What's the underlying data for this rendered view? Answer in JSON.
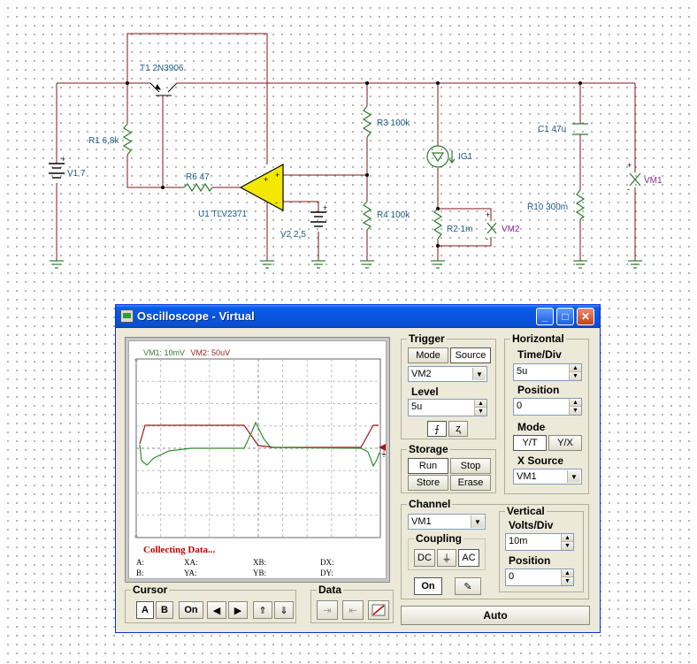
{
  "schematic": {
    "components": {
      "t1": "T1 2N3906",
      "r1": "R1 6,8k",
      "v1": "V1 7",
      "r6": "R6 47",
      "u1": "U1 TLV2371",
      "v2": "V2 2,5",
      "r3": "R3 100k",
      "r4": "R4 100k",
      "ig1": "IG1",
      "r2": "R2 1m",
      "vm2": "VM2",
      "c1": "C1 47u",
      "r10": "R10 300m",
      "vm1": "VM1"
    }
  },
  "window": {
    "title": "Oscilloscope - Virtual",
    "buttons": {
      "minimize": "_",
      "maximize": "□",
      "close": "✕"
    }
  },
  "display": {
    "legend_vm1": "VM1: 10mV",
    "legend_vm2": "VM2: 50uV",
    "status": "Collecting Data...",
    "measurements": {
      "a": "A:",
      "b": "B:",
      "xa": "XA:",
      "ya": "YA:",
      "xb": "XB:",
      "yb": "YB:",
      "dx": "DX:",
      "dy": "DY:"
    },
    "trace_colors": {
      "vm1": "#2e8b2e",
      "vm2": "#a01818"
    }
  },
  "cursor": {
    "title": "Cursor",
    "a": "A",
    "b": "B",
    "on": "On",
    "left_icon": "triangle-left-icon",
    "right_icon": "triangle-right-icon",
    "up_icon": "double-up-icon",
    "down_icon": "double-down-icon"
  },
  "data_group": {
    "title": "Data"
  },
  "trigger": {
    "title": "Trigger",
    "mode": "Mode",
    "source": "Source",
    "source_value": "VM2",
    "level_label": "Level",
    "level_value": "5u"
  },
  "storage": {
    "title": "Storage",
    "run": "Run",
    "stop": "Stop",
    "store": "Store",
    "erase": "Erase"
  },
  "horizontal": {
    "title": "Horizontal",
    "time_div_label": "Time/Div",
    "time_div_value": "5u",
    "position_label": "Position",
    "position_value": "0",
    "mode_label": "Mode",
    "mode_yt": "Y/T",
    "mode_yx": "Y/X",
    "xsource_label": "X Source",
    "xsource_value": "VM1"
  },
  "channel": {
    "title": "Channel",
    "value": "VM1",
    "coupling_label": "Coupling",
    "dc": "DC",
    "ac": "AC",
    "on": "On"
  },
  "vertical": {
    "title": "Vertical",
    "volts_div_label": "Volts/Div",
    "volts_div_value": "10m",
    "position_label": "Position",
    "position_value": "0"
  },
  "auto": "Auto"
}
